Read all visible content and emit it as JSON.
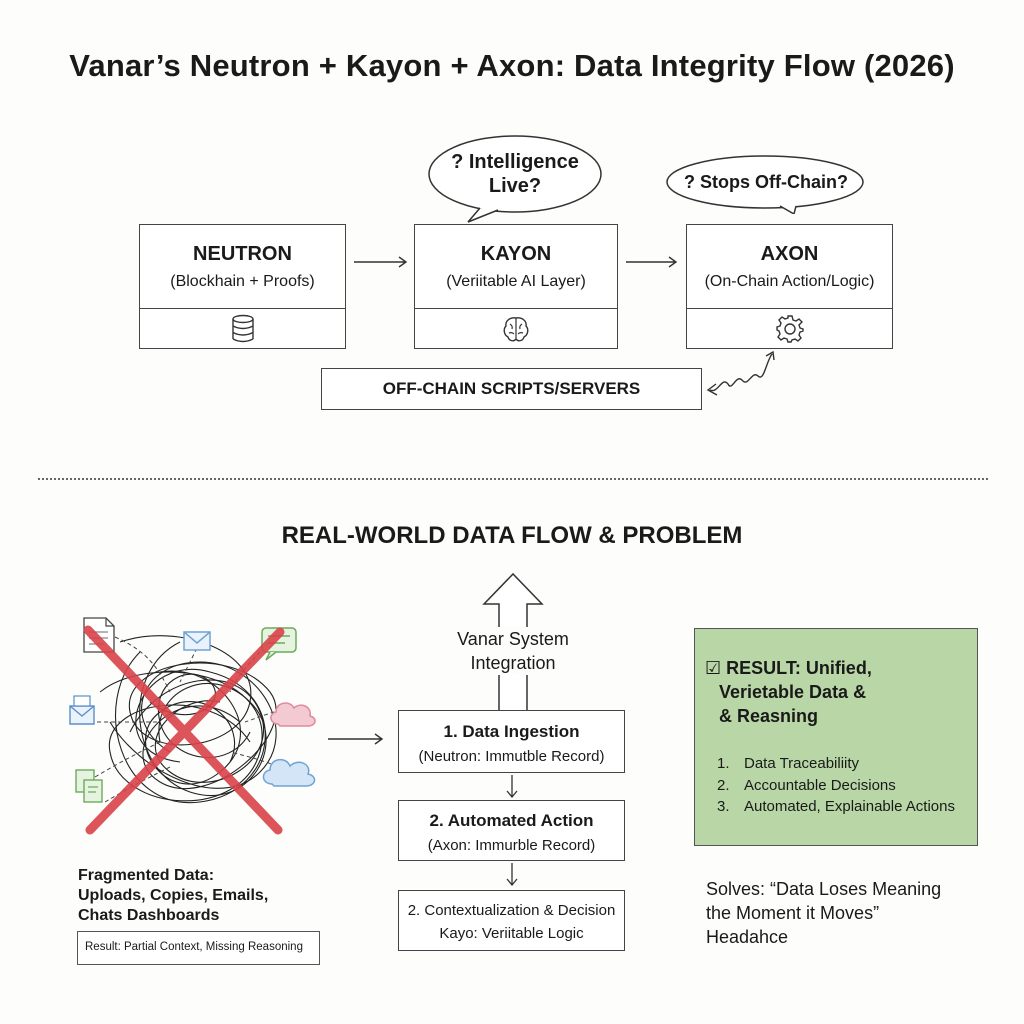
{
  "title": "Vanar’s Neutron + Kayon + Axon: Data Integrity Flow (2026)",
  "bubbles": {
    "intelligence": {
      "line1": "? Intelligence",
      "line2": "Live?"
    },
    "stops": {
      "text": "? Stops Off-Chain?"
    }
  },
  "layers": [
    {
      "name": "NEUTRON",
      "subtitle": "(Blockhain + Proofs)",
      "icon": "database-icon"
    },
    {
      "name": "KAYON",
      "subtitle": "(Veriitable AI Layer)",
      "icon": "brain-icon"
    },
    {
      "name": "AXON",
      "subtitle": "(On-Chain Action/Logic)",
      "icon": "gear-icon"
    }
  ],
  "offchain_label": "OFF-CHAIN SCRIPTS/SERVERS",
  "section_title": "REAL-WORLD DATA FLOW & PROBLEM",
  "vanar_integration": {
    "line1": "Vanar System",
    "line2": "Integration"
  },
  "steps": [
    {
      "title": "1. Data Ingestion",
      "subtitle": "(Neutron: Immutble Record)"
    },
    {
      "title": "2. Automated Action",
      "subtitle": "(Axon: Immurble Record)"
    },
    {
      "title": "2. Contextualization & Decision",
      "subtitle": "Kayo: Veriitable Logic"
    }
  ],
  "fragmented": {
    "line1": "Fragmented Data:",
    "line2": "Uploads, Copies, Emails,",
    "line3": "Chats Dashboards",
    "result": "Result: Partial Context, Missing Reasoning",
    "icons": [
      "document-icon",
      "email-icon",
      "chat-icon",
      "mail-tray-icon",
      "cloud-icon",
      "file-icon"
    ]
  },
  "result": {
    "check": "☑",
    "line1": "RESULT: Unified,",
    "line2": "Verietable Data &",
    "line3": "& Reasning",
    "items": [
      {
        "num": "1.",
        "text": "Data Traceabiliity"
      },
      {
        "num": "2.",
        "text": "Accountable Decisions"
      },
      {
        "num": "3.",
        "text": "Automated, Explainable Actions"
      }
    ]
  },
  "solves": {
    "line1": "Solves: “Data Loses Meaning",
    "line2": "the Moment it Moves”",
    "line3": "Headahce"
  },
  "colors": {
    "result_bg": "#b9d7a6",
    "cross_red": "#d9434a",
    "icon_blue": "#6fa3d6",
    "icon_pink": "#e08a9a",
    "icon_green": "#6bab5a"
  }
}
